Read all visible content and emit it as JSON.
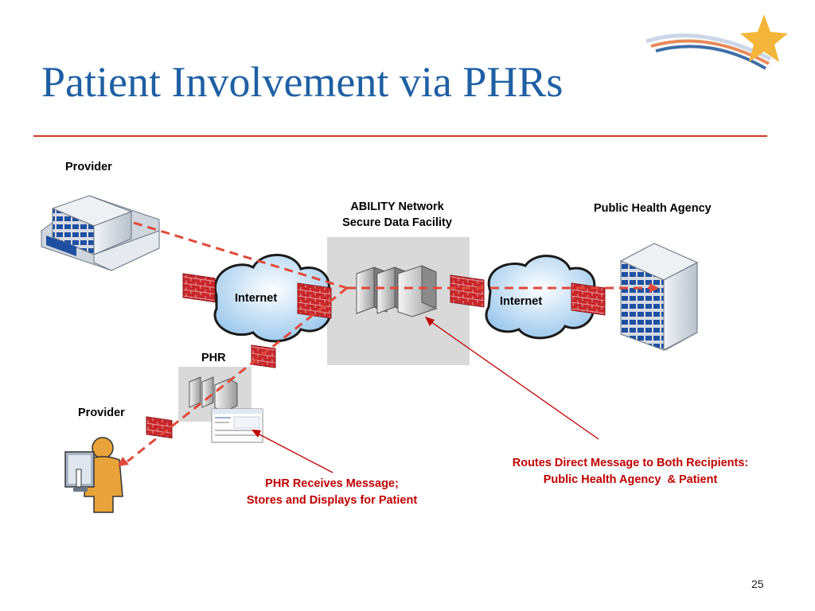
{
  "slide": {
    "title": "Patient Involvement via PHRs",
    "page_number": "25"
  },
  "labels": {
    "provider_top": "Provider",
    "ability_line1": "ABILITY Network",
    "ability_line2": "Secure Data Facility",
    "public_health_agency": "Public Health Agency",
    "internet_left": "Internet",
    "internet_right": "Internet",
    "phr": "PHR",
    "provider_bottom": "Provider"
  },
  "callouts": {
    "phr_line1": "PHR Receives Message;",
    "phr_line2": "Stores and Displays for Patient",
    "routes_line1": "Routes Direct Message to Both Recipients:",
    "routes_line2": "Public Health Agency  & Patient"
  },
  "colors": {
    "title": "#1f5fa3",
    "rule": "#d23a2a",
    "dashed_path": "#e04a3a",
    "callout_text": "#c00000",
    "firewall": "#c8262a",
    "facility_box": "#d9d9d9"
  }
}
